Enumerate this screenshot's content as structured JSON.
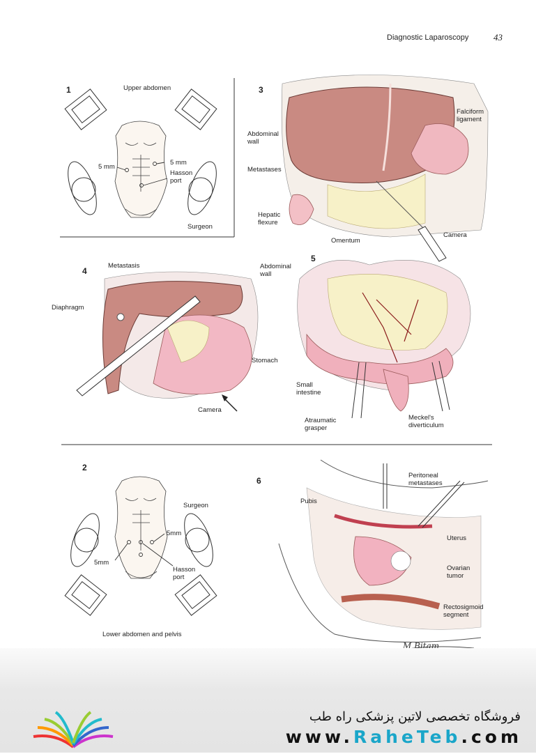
{
  "header": {
    "title": "Diagnostic Laparoscopy",
    "page_number": "43"
  },
  "panel1": {
    "number": "1",
    "caption": "Upper abdomen",
    "port_left": "5 mm",
    "port_right": "5 mm",
    "hasson": "Hasson\nport",
    "surgeon": "Surgeon"
  },
  "panel2": {
    "number": "2",
    "caption": "Lower abdomen and pelvis",
    "surgeon": "Surgeon",
    "port_right": "5mm",
    "port_left": "5mm",
    "hasson": "Hasson\nport"
  },
  "panel3": {
    "number": "3",
    "abdominal_wall": "Abdominal\nwall",
    "falciform": "Falciform\nligament",
    "metastases": "Metastases",
    "hepatic_flexure": "Hepatic\nflexure",
    "camera": "Camera",
    "omentum": "Omentum"
  },
  "panel4": {
    "number": "4",
    "metastasis": "Metastasis",
    "abdominal_wall": "Abdominal\nwall",
    "diaphragm": "Diaphragm",
    "stomach": "Stomach",
    "camera": "Camera"
  },
  "panel5": {
    "number": "5",
    "small_intestine": "Small\nintestine",
    "atraumatic_grasper": "Atraumatic\ngrasper",
    "meckels": "Meckel's\ndiverticulum"
  },
  "panel6": {
    "number": "6",
    "peritoneal": "Peritoneal\nmetastases",
    "pubis": "Pubis",
    "uterus": "Uterus",
    "ovarian": "Ovarian\ntumor",
    "rectosigmoid": "Rectosigmoid\nsegment"
  },
  "signature": "M Bitam",
  "footer": {
    "persian_text": "فروشگاه تخصصی لاتین پزشکی  راه طب",
    "web_prefix": "www.",
    "web_highlight": "RaheTeb",
    "web_suffix": ".com"
  }
}
